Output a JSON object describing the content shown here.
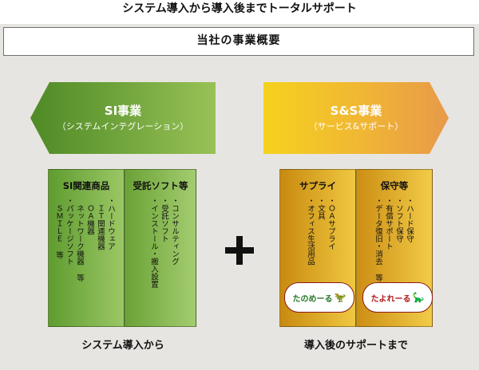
{
  "header": {
    "title": "システム導入から導入後までトータルサポート"
  },
  "overview": {
    "label": "当社の事業概要"
  },
  "si_arrow": {
    "title": "SI事業",
    "subtitle": "（システムインテグレーション）"
  },
  "ss_arrow": {
    "title": "S&S事業",
    "subtitle": "（サービス&サポート）"
  },
  "columns": {
    "si_products": {
      "heading": "SI関連商品",
      "lines": [
        "・ハードウェア",
        "　ＩＴ関連機器",
        "　ＯＡ機器",
        "　ネットワーク機器 等",
        "・パッケージソフト",
        "　ＳＭＩＬＥ 等"
      ]
    },
    "contract_software": {
      "heading": "受託ソフト等",
      "lines": [
        "・コンサルティング",
        "・受託ソフト",
        "・インストール・搬入設置"
      ]
    },
    "supply": {
      "heading": "サプライ",
      "lines": [
        "・ＯＡサプライ",
        "・文具",
        "・オフィス生活用品"
      ]
    },
    "maintenance": {
      "heading": "保守等",
      "lines": [
        "・ハード保守",
        "・ソフト保守",
        "・有償サポート",
        "・データ復旧・消去 等"
      ]
    }
  },
  "logos": {
    "tanome": {
      "text": "たのめーる",
      "icon": "dinosaur-icon"
    },
    "tayore": {
      "text": "たよれーる",
      "icon": "dinosaur-icon"
    }
  },
  "captions": {
    "left": "システム導入から",
    "right": "導入後のサポートまで"
  },
  "colors": {
    "si_green": "#6ea23a",
    "ss_gold": "#f0b535",
    "panel_bg": "#e7e5e1"
  }
}
